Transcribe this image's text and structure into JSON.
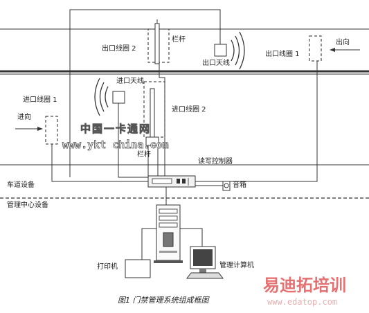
{
  "labels": {
    "exit_loop_2": "出口线圈 2",
    "barrier_top": "栏杆",
    "exit_antenna": "出口天线",
    "exit_loop_1": "出口线圈 1",
    "exit_direction": "出向",
    "entry_antenna": "进口天线",
    "entry_loop_1": "进口线圈 1",
    "entry_direction": "进向",
    "entry_loop_2": "进口线圈 2",
    "barrier_bottom": "栏杆",
    "reader_controller": "读写控制器",
    "speaker": "音箱",
    "lane_equipment": "车道设备",
    "management_center": "管理中心设备",
    "printer": "打印机",
    "management_computer": "管理计算机"
  },
  "caption": "图1  门禁管理系统组成框图",
  "watermarks": {
    "site_cn": "中国一卡通网",
    "site_url": "www.ykt china.com",
    "brand_cn": "易迪拓培训",
    "brand_url": "www.edatop.com"
  },
  "colors": {
    "line": "#333333",
    "dashed_box": "#222222",
    "brand_red": "#e05a5a",
    "url_red": "#e6b0b0"
  }
}
